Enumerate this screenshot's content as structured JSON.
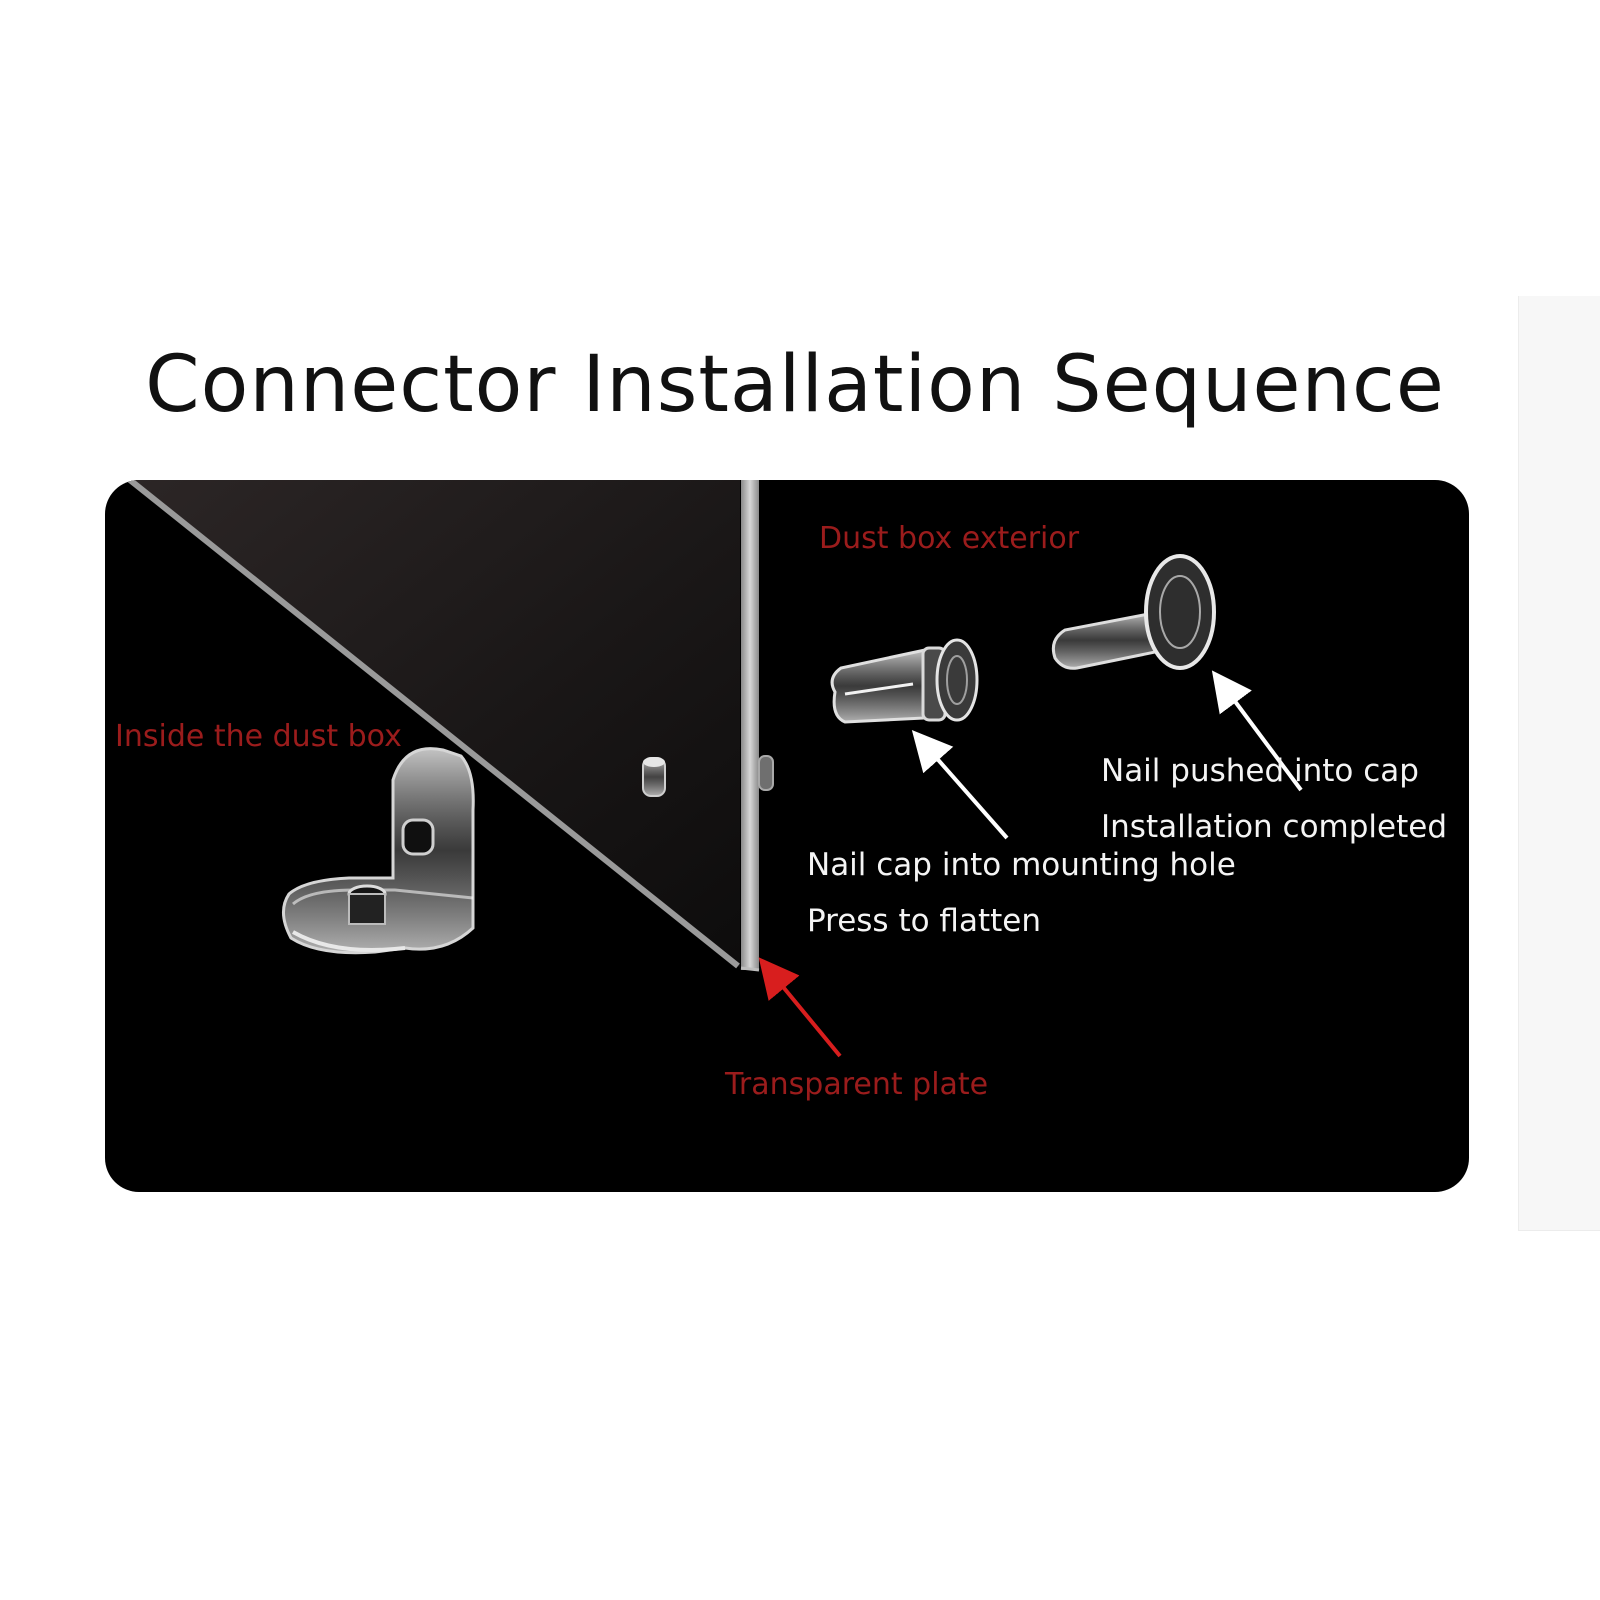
{
  "title": "Connector Installation Sequence",
  "labels": {
    "inside": "Inside the dust box",
    "exterior": "Dust box exterior",
    "transparent_plate": "Transparent plate",
    "nail_cap_hole": "Nail cap into mounting hole",
    "press_flatten": "Press to flatten",
    "nail_pushed": "Nail pushed into cap",
    "installation_completed": "Installation completed"
  },
  "colors": {
    "background": "#ffffff",
    "panel": "#000000",
    "label_red": "#9b1c1c",
    "label_white": "#f4f4f4",
    "arrow_red": "#d81e1e",
    "arrow_white": "#ffffff"
  }
}
